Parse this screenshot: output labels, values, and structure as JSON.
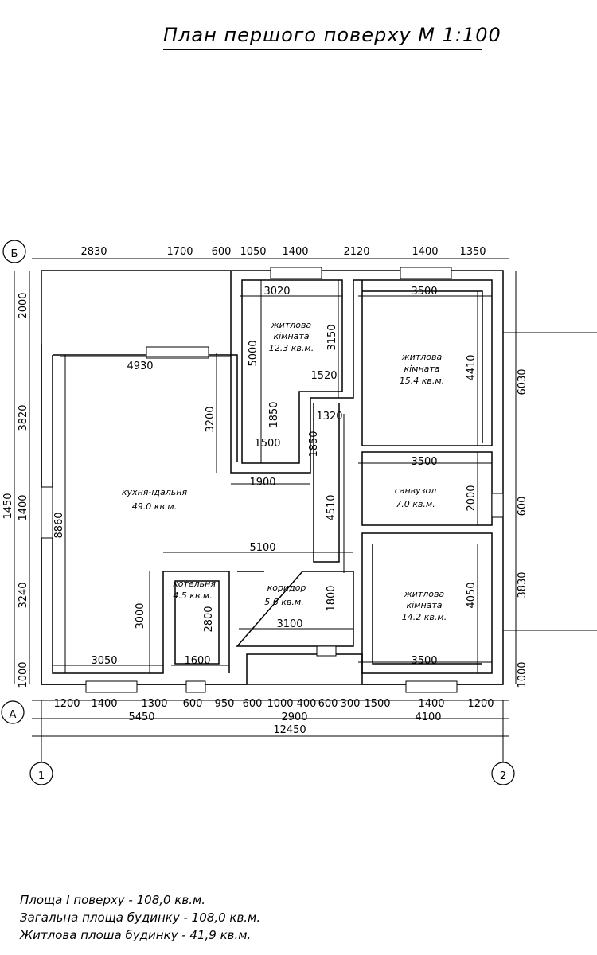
{
  "title": "План першого поверху М 1:100",
  "axes": {
    "b": "Б",
    "a": "А",
    "one": "1",
    "two": "2"
  },
  "top_dims": [
    "2830",
    "1700",
    "600",
    "1050",
    "1400",
    "2120",
    "1400",
    "1350"
  ],
  "bottom_dims_row1": [
    "1200",
    "1400",
    "1300",
    "600",
    "950",
    "600",
    "1000",
    "400",
    "600",
    "300",
    "1500",
    "1400",
    "1200"
  ],
  "bottom_dims_row2": [
    "5450",
    "2900",
    "4100"
  ],
  "bottom_total": "12450",
  "left_dims": [
    "2000",
    "3820",
    "1400",
    "3240",
    "1000"
  ],
  "left_total": "1450",
  "right_dims": [
    "6030",
    "600",
    "3830",
    "1000"
  ],
  "internal_dims": [
    "3020",
    "3500",
    "4930",
    "5000",
    "3150",
    "4410",
    "1520",
    "1320",
    "3200",
    "1850",
    "1850",
    "1500",
    "1900",
    "3500",
    "2000",
    "8860",
    "4510",
    "5100",
    "3000",
    "2800",
    "1800",
    "4050",
    "3100",
    "3050",
    "1600",
    "3500"
  ],
  "rooms": [
    {
      "name1": "житлова",
      "name2": "кімната",
      "area": "12.3 кв.м."
    },
    {
      "name1": "житлова",
      "name2": "кімната",
      "area": "15.4 кв.м."
    },
    {
      "name1": "кухня-їдальня",
      "name2": "",
      "area": "49.0 кв.м."
    },
    {
      "name1": "санвузол",
      "name2": "",
      "area": "7.0 кв.м."
    },
    {
      "name1": "котельня",
      "name2": "",
      "area": "4.5 кв.м."
    },
    {
      "name1": "коридор",
      "name2": "",
      "area": "5.6 кв.м."
    },
    {
      "name1": "житлова",
      "name2": "кімната",
      "area": "14.2 кв.м."
    }
  ],
  "notes": [
    "Площа I поверху - 108,0 кв.м.",
    "Загальна площа будинку - 108,0 кв.м.",
    "Житлова плоша будинку - 41,9 кв.м."
  ]
}
